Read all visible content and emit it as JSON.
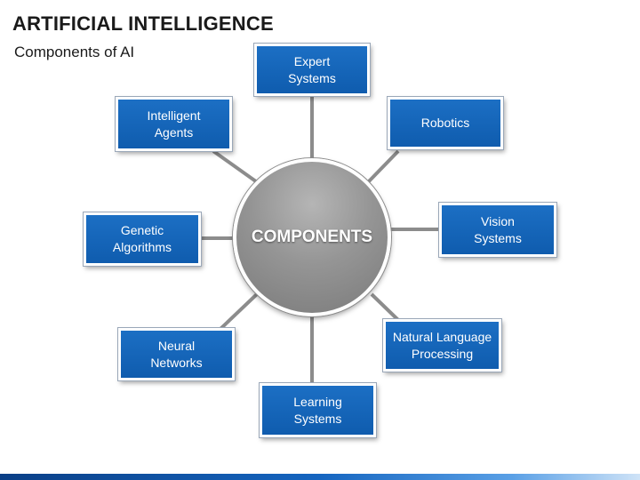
{
  "header": {
    "title": "ARTIFICIAL INTELLIGENCE",
    "subtitle": "Components of AI"
  },
  "hub": {
    "label": "COMPONENTS"
  },
  "components": [
    {
      "label": "Expert\nSystems"
    },
    {
      "label": "Robotics"
    },
    {
      "label": "Vision\nSystems"
    },
    {
      "label": "Natural Language\nProcessing"
    },
    {
      "label": "Learning\nSystems"
    },
    {
      "label": "Neural\nNetworks"
    },
    {
      "label": "Genetic\nAlgorithms"
    },
    {
      "label": "Intelligent\nAgents"
    }
  ],
  "colors": {
    "box_fill": "#1565c0",
    "hub_fill": "#959595",
    "connector": "#8c8c8c"
  }
}
